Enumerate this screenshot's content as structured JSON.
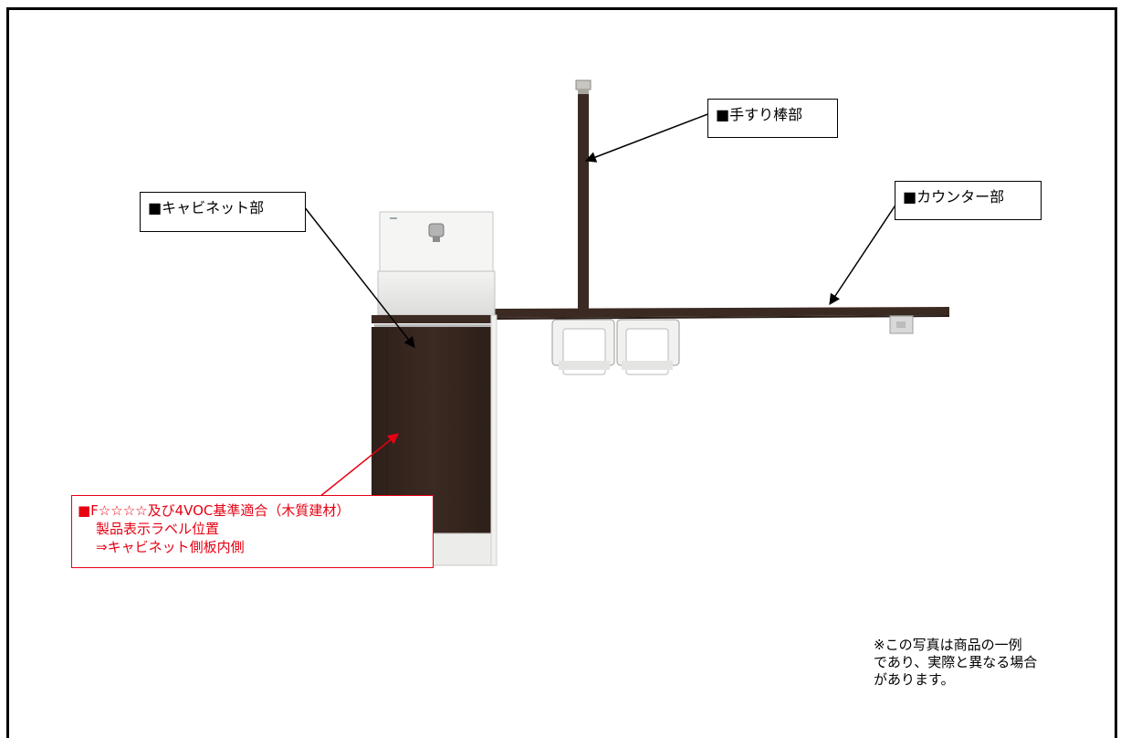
{
  "labels": {
    "handrail": "■手すり棒部",
    "cabinet": "■キャビネット部",
    "counter": "■カウンター部"
  },
  "compliance_label": {
    "line1": "■F☆☆☆☆及び4VOC基準適合（木質建材）",
    "line2": "製品表示ラベル位置",
    "line3": "⇒キャビネット側板内側"
  },
  "note": {
    "line1": "※この写真は商品の一例",
    "line2": "であり、実際と異なる場合",
    "line3": "があります。"
  },
  "colors": {
    "wood": "#3b2a22",
    "accent_red": "#e60012",
    "sink_white": "#f4f4f2"
  }
}
